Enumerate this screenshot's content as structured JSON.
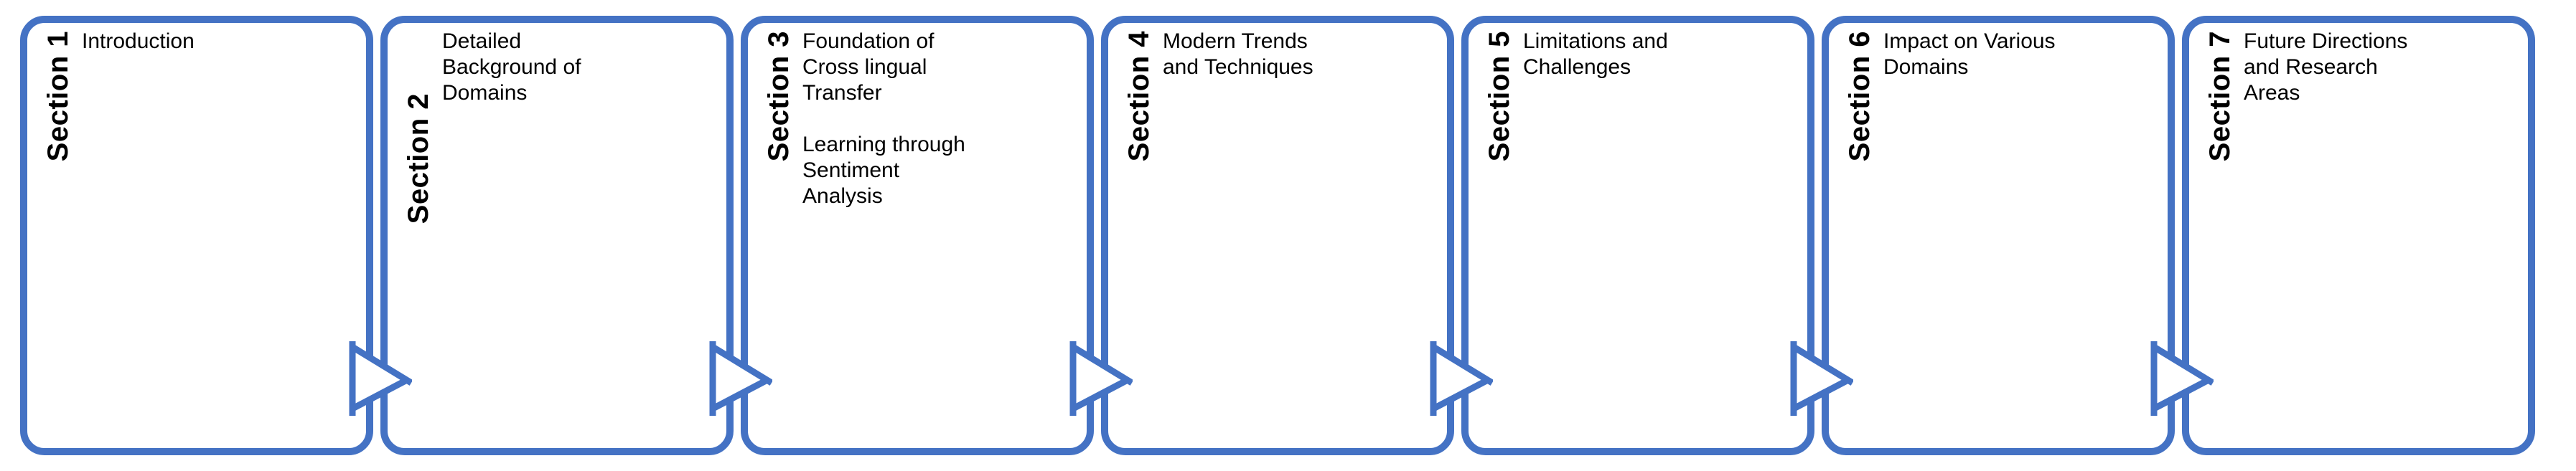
{
  "colors": {
    "accent": "#4472C4",
    "text": "#000000",
    "background": "#FFFFFF"
  },
  "icons": {
    "flow_arrow": "right-triangle-outline"
  },
  "diagram": {
    "type": "horizontal-section-flow",
    "section_count": 7,
    "connector_count": 6
  },
  "sections": [
    {
      "label": "Section 1",
      "body": "Introduction"
    },
    {
      "label": "Section 2",
      "body": "Detailed\nBackground of\nDomains"
    },
    {
      "label": "Section 3",
      "body": "Foundation of\nCross lingual\nTransfer\n\nLearning through\nSentiment\nAnalysis"
    },
    {
      "label": "Section 4",
      "body": "Modern Trends\nand Techniques"
    },
    {
      "label": "Section 5",
      "body": "Limitations and\nChallenges"
    },
    {
      "label": "Section 6",
      "body": "Impact on Various\nDomains"
    },
    {
      "label": "Section 7",
      "body": "Future Directions\nand Research\nAreas"
    }
  ]
}
